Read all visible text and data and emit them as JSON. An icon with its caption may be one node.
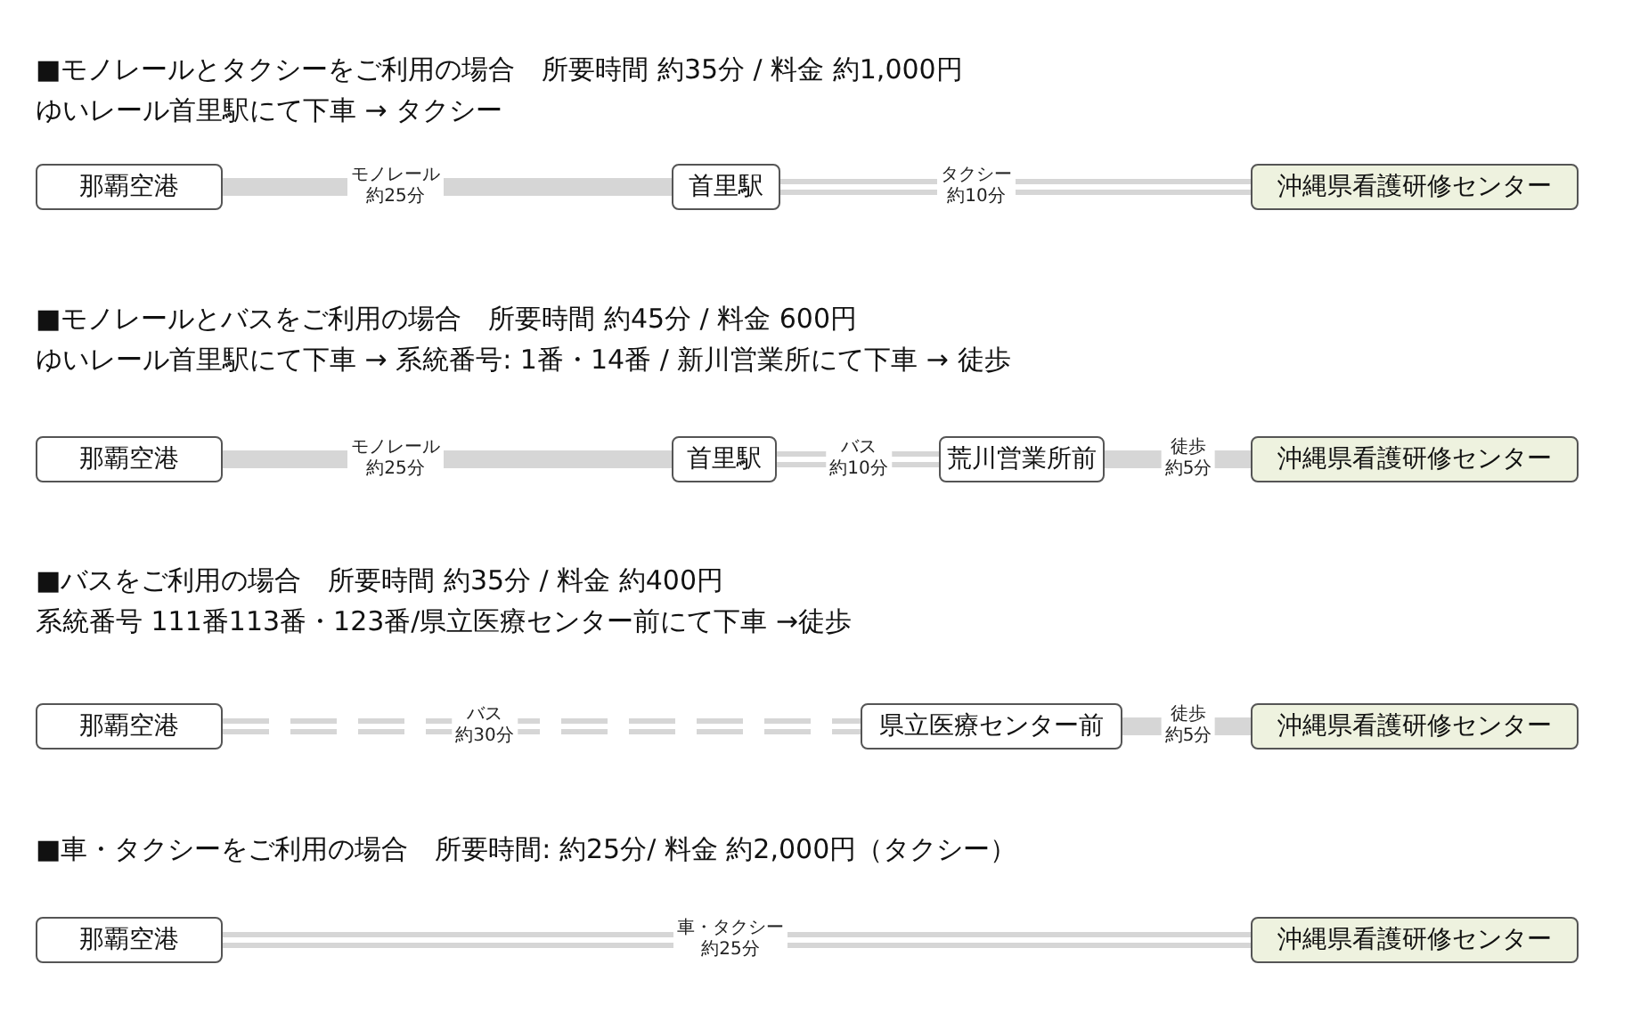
{
  "diagram": {
    "nodes": [
      {
        "text": [
          "那覇空港"
        ]
      },
      {
        "text": [
          "首里駅"
        ]
      },
      {
        "text": [
          "沖縄県看護研修センター"
        ]
      },
      {
        "text": [
          "那覇空港"
        ]
      },
      {
        "text": [
          "首里駅"
        ]
      },
      {
        "text": [
          "荒川営業所前"
        ]
      },
      {
        "text": [
          "沖縄県看護研修センター"
        ]
      },
      {
        "text": [
          "那覇空港"
        ]
      },
      {
        "text": [
          "県立医療センター前"
        ]
      },
      {
        "text": [
          "沖縄県看護研修センター"
        ]
      },
      {
        "text": [
          "那覇空港"
        ]
      },
      {
        "text": [
          "沖縄県看護研修センター"
        ]
      }
    ],
    "edges": [
      {
        "from": 0,
        "to": 1,
        "arrow": "none",
        "label": "モノレール約25分",
        "style": "thick"
      },
      {
        "from": 1,
        "to": 2,
        "arrow": "none",
        "label": "タクシー約10分"
      },
      {
        "from": 3,
        "to": 4,
        "arrow": "none",
        "label": "モノレール約25分",
        "style": "thick"
      },
      {
        "from": 4,
        "to": 5,
        "arrow": "none",
        "label": "バス約10分"
      },
      {
        "from": 5,
        "to": 6,
        "arrow": "none",
        "label": "徒歩約5分",
        "style": "thick"
      },
      {
        "from": 7,
        "to": 8,
        "arrow": "none",
        "label": "バス約30分",
        "style": "dashed"
      },
      {
        "from": 8,
        "to": 9,
        "arrow": "none",
        "label": "徒歩約5分",
        "style": "thick"
      },
      {
        "from": 10,
        "to": 11,
        "arrow": "none",
        "label": "車・タクシー約25分"
      }
    ],
    "labels": [
      "■モノレールとタクシーをご利用の場合　所要時間 約35分 / 料金 約1,000円",
      "ゆいレール首里駅にて下車 → タクシー",
      "■モノレールとバスをご利用の場合　所要時間 約45分 / 料金 600円",
      "ゆいレール首里駅にて下車 → 系統番号: 1番・14番 / 新川営業所にて下車 → 徒歩",
      "■バスをご利用の場合　所要時間 約35分 / 料金 約400円",
      "系統番号 111番113番・123番/県立医療センター前にて下車 →徒歩",
      "■車・タクシーをご利用の場合　所要時間: 約25分/ 料金 約2,000円（タクシー）"
    ]
  }
}
